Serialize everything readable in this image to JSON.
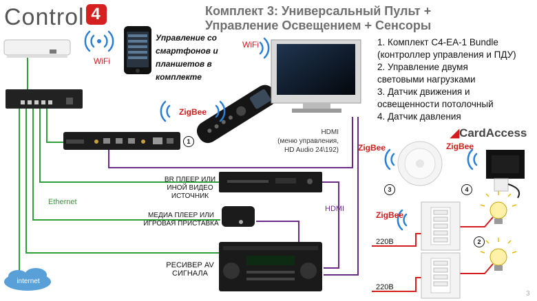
{
  "logo": {
    "text": "Control",
    "mark": "4"
  },
  "title": {
    "line1": "Комплект 3: Универсальный Пульт +",
    "line2": "Управление Освещением + Сенсоры"
  },
  "phone_text": {
    "line1": "Управление со",
    "line2": "смартфонов и",
    "line3": "планшетов в",
    "line4": "комплекте"
  },
  "wireless": {
    "wifi_router": "WiFi",
    "wifi_tv": "WiFi",
    "zigbee_remote": "ZigBee",
    "zigbee_sensor": "ZigBee",
    "zigbee_pressure": "ZigBee",
    "zigbee_dimmer": "ZigBee"
  },
  "features": [
    "1.   Комплект C4-EA-1 Bundle",
    "(контроллер управления и ПДУ)",
    "2.   Управление двумя",
    "      световыми нагрузками",
    "3.   Датчик движения и",
    "      освещенности потолочный",
    "4.   Датчик давления"
  ],
  "tv_hdmi": {
    "line1": "HDMI",
    "line2": "(меню управления,",
    "line3": "HD Audio 24\\192)"
  },
  "devices": {
    "br_player": {
      "line1": "BR ПЛЕЕР ИЛИ",
      "line2": "ИНОЙ ВИДЕО",
      "line3": "ИСТОЧНИК"
    },
    "media_player": {
      "line1": "МЕДИА ПЛЕЕР ИЛИ",
      "line2": "ИГРОВАЯ ПРИСТАВКА"
    },
    "receiver": {
      "line1": "РЕСИВЕР AV",
      "line2": "СИГНАЛА"
    }
  },
  "labels": {
    "ethernet": "Ethernet",
    "hdmi": "HDMI",
    "internet": "internet",
    "v220_top": "220В",
    "v220_bottom": "220В"
  },
  "badges": {
    "controller": "1",
    "dimmer": "2",
    "sensor": "3",
    "pressure": "4"
  },
  "card_access": {
    "text": "CardAccess"
  },
  "page_number": "3",
  "colors": {
    "ethernet": "#2e9e3a",
    "hdmi": "#6a2b86",
    "power": "#d41c1c",
    "accent": "#d41c1c"
  }
}
